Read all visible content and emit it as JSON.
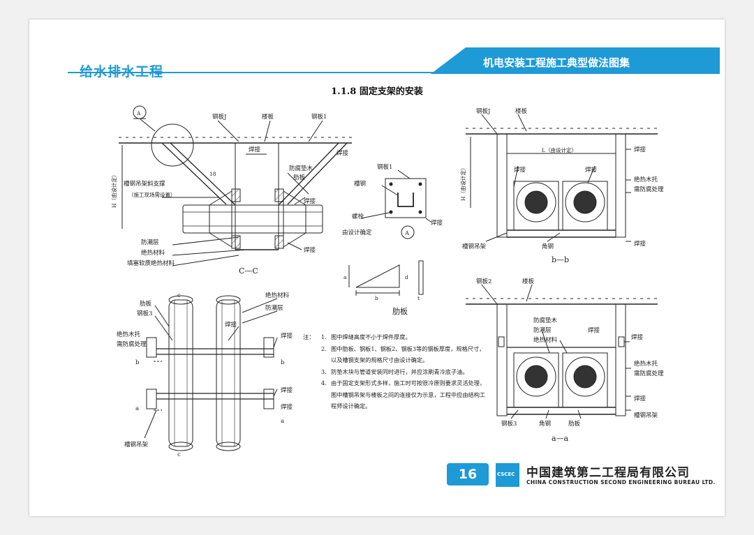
{
  "header": {
    "section": "给水排水工程",
    "book_title": "机电安装工程施工典型做法图集"
  },
  "title": "1.1.8 固定支架的安装",
  "drawing_cc": {
    "labels": {
      "gangban_j": "钢板J",
      "louban": "楼板",
      "gangban_1": "钢板1",
      "hanfeng": "焊接",
      "fangfu_dianmu": "防腐垫木",
      "leiban": "肋板",
      "brace_1": "槽钢吊架斜支撑",
      "brace_2": "（施工现场需设置）",
      "fangchao": "防潮层",
      "jiere": "绝热材料",
      "tianse": "填塞软质绝热材料",
      "dim_18": "18",
      "dim_h": "H（由设计定）",
      "callout_a": "A"
    },
    "section_label": "C—C"
  },
  "drawing_detail_a": {
    "gangban_1": "钢板1",
    "caogang": "槽钢",
    "hanfeng": "焊接",
    "luoshuan": "螺栓",
    "note": "由设计确定",
    "callout": "A"
  },
  "drawing_rib": {
    "label": "肋板",
    "dim_b": "b",
    "dim_a": "a",
    "dim_d": "d",
    "dim_t": "t"
  },
  "drawing_bb": {
    "labels": {
      "gangban_j": "钢板J",
      "louban": "楼板",
      "dim_l": "L（由设计定）",
      "hanfeng": "焊接",
      "jueremutuo": "绝热木托",
      "fangfu": "需防腐处理",
      "caogang_diaojia": "槽钢吊架",
      "jiaogang": "角钢",
      "dim_h": "H（由设计定）"
    },
    "section_label": "b—b"
  },
  "drawing_plan": {
    "labels": {
      "leiban": "肋板",
      "gangban_3": "钢板3",
      "jueremutuo": "绝热木托",
      "fangfu": "需防腐处理",
      "jiere": "绝热材料",
      "fangchao": "防潮层",
      "hanfeng": "焊接",
      "caogang_diaojia": "槽钢吊架",
      "cut_b": "b",
      "cut_a": "a",
      "cut_c": "c"
    }
  },
  "drawing_aa": {
    "labels": {
      "gangban_2": "钢板2",
      "louban": "楼板",
      "fangfu_dianmu": "防腐垫木",
      "fangchao": "防潮层",
      "jiere": "绝热材料",
      "hanfeng": "焊接",
      "jueremutuo": "绝热木托",
      "fangfu": "需防腐处理",
      "gangban_3": "钢板3",
      "jiaogang": "角钢",
      "leiban": "肋板",
      "caogang_diaojia": "槽钢吊架"
    },
    "section_label": "a—a"
  },
  "notes": {
    "prefix": "注：",
    "items": [
      {
        "num": "1.",
        "text": "图中焊缝高度不小于焊件厚度。"
      },
      {
        "num": "2.",
        "text": "图中肋板、钢板1、钢板2、钢板3等的钢板厚度，规格尺寸，以及槽钢支架的规格尺寸由设计确定。"
      },
      {
        "num": "3.",
        "text": "防垫木块与管道安装同时进行，并应涂刷青冷底子油。"
      },
      {
        "num": "4.",
        "text": "由于固定支架形式多样，施工时可按很冷原则要求灵活处理，图中槽钢吊架与楼板之间的连接仅为示意，工程中应由结构工程师设计确定。"
      }
    ]
  },
  "footer": {
    "page_number": "16",
    "logo_text": "CSCEC",
    "company_cn": "中国建筑第二工程局有限公司",
    "company_en": "CHINA CONSTRUCTION SECOND ENGINEERING BUREAU LTD."
  },
  "colors": {
    "accent": "#1e9ad6",
    "page_bg": "#f1f1f1"
  }
}
